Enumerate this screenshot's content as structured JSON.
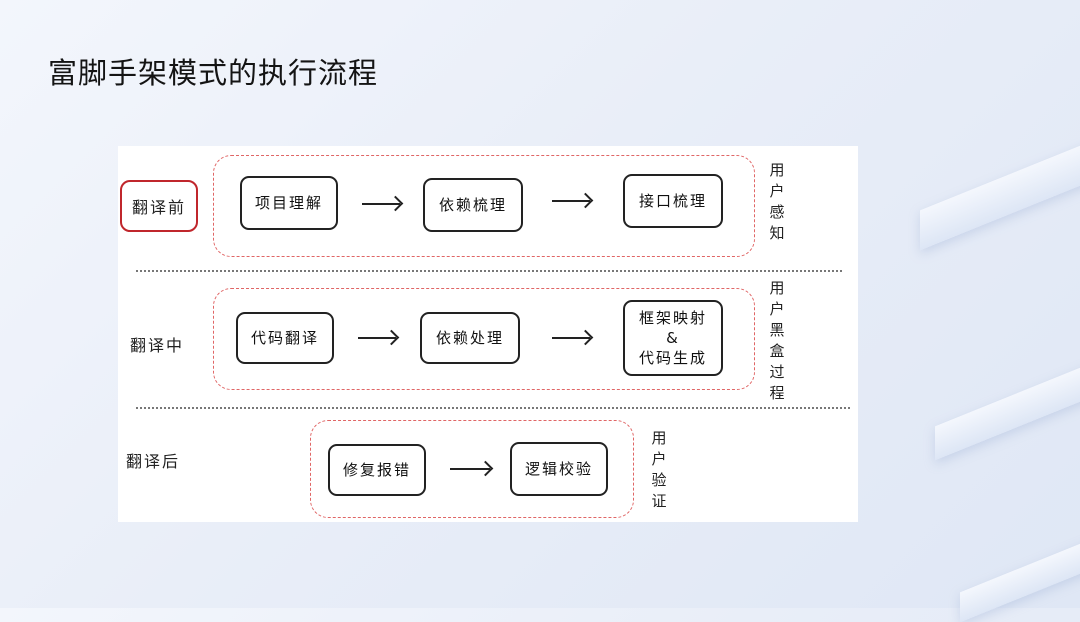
{
  "title": "富脚手架模式的执行流程",
  "stages": [
    {
      "label": "翻译前",
      "note": "用户感知",
      "steps": [
        "项目理解",
        "依赖梳理",
        "接口梳理"
      ]
    },
    {
      "label": "翻译中",
      "note": "用户黑盒过程",
      "steps": [
        "代码翻译",
        "依赖处理",
        "框架映射",
        "&",
        "代码生成"
      ]
    },
    {
      "label": "翻译后",
      "note": "用户验证",
      "steps": [
        "修复报错",
        "逻辑校验"
      ]
    }
  ],
  "colors": {
    "highlight": "#c0262c",
    "dashed_group": "#e06666"
  }
}
